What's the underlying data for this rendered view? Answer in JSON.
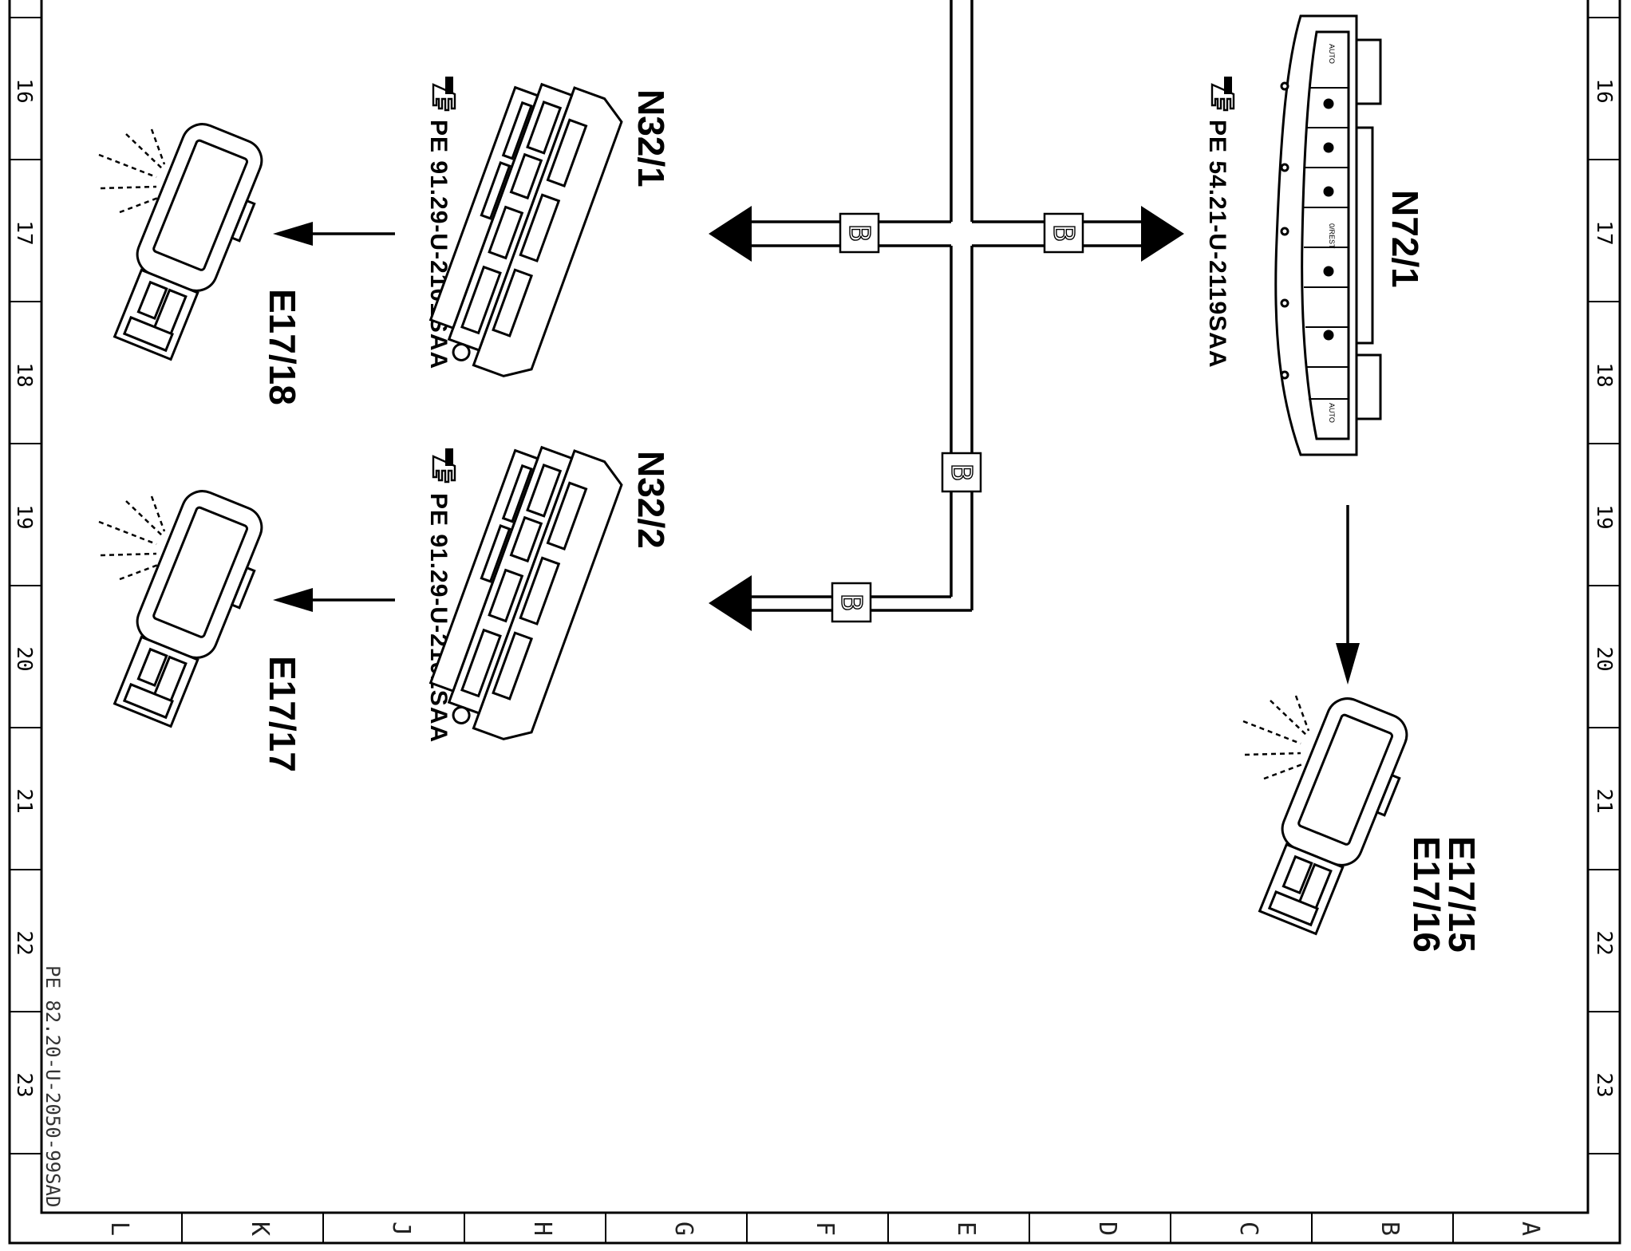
{
  "frame": {
    "row_numbers": [
      "16",
      "17",
      "18",
      "19",
      "20",
      "21",
      "22",
      "23"
    ],
    "column_letters": [
      "L",
      "K",
      "J",
      "H",
      "G",
      "F",
      "E",
      "D",
      "C",
      "B",
      "A"
    ]
  },
  "footer_ref": "PE 82.20-U-2050-99SAD",
  "bus_label": "B",
  "components": {
    "n32_1": {
      "code": "N32/1",
      "ref": "PE 91.29-U-2101SAA"
    },
    "n32_2": {
      "code": "N32/2",
      "ref": "PE 91.29-U-2102SAA"
    },
    "n72_1": {
      "code": "N72/1",
      "ref": "PE 54.21-U-2119SAA"
    },
    "e17_18": {
      "code": "E17/18"
    },
    "e17_17": {
      "code": "E17/17"
    },
    "e17_15": {
      "code": "E17/15"
    },
    "e17_16": {
      "code": "E17/16"
    }
  },
  "control_panel": {
    "auto_left": "AUTO",
    "auto_right": "AUTO",
    "rest": "0/REST"
  },
  "icons": [
    "reference-hand-icon",
    "lamp-icon",
    "seat-switch-icon",
    "climate-panel-icon",
    "arrow-icon"
  ]
}
